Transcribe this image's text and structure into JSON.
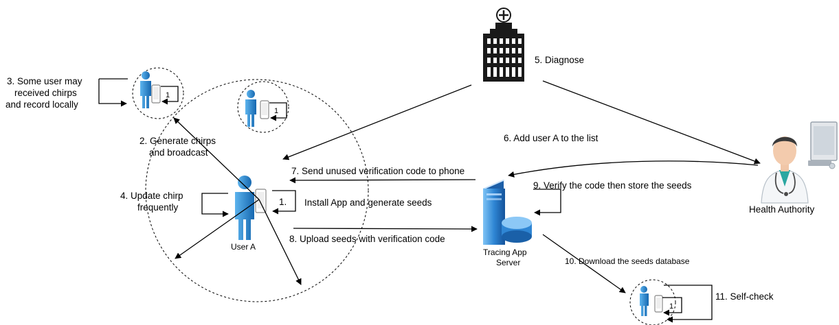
{
  "labels": {
    "step1": "1.",
    "step1_text": "Install App and generate seeds",
    "step2_line1": "2. Generate chirps",
    "step2_line2": "and broadcast",
    "step3_line1": "3. Some user may",
    "step3_line2": "received chirps",
    "step3_line3": "and record locally",
    "step4_line1": "4. Update chirp",
    "step4_line2": "frequently",
    "step5": "5. Diagnose",
    "step6": "6. Add user A to the list",
    "step7": "7. Send unused verification code to phone",
    "step8": "8. Upload seeds with verification code",
    "step9": "9.  Verify the code then store the seeds",
    "step10": "10. Download the seeds database",
    "step11": "11. Self-check",
    "loop_one": "1"
  },
  "actors": {
    "user_a": "User A",
    "server_line1": "Tracing App",
    "server_line2": "Server",
    "health_authority": "Health Authority"
  },
  "colors": {
    "person_blue": "#2a8fd6",
    "person_dark": "#1565a8",
    "server_blue": "#2f7fd0",
    "building": "#1a1a1a",
    "line": "#000000"
  }
}
